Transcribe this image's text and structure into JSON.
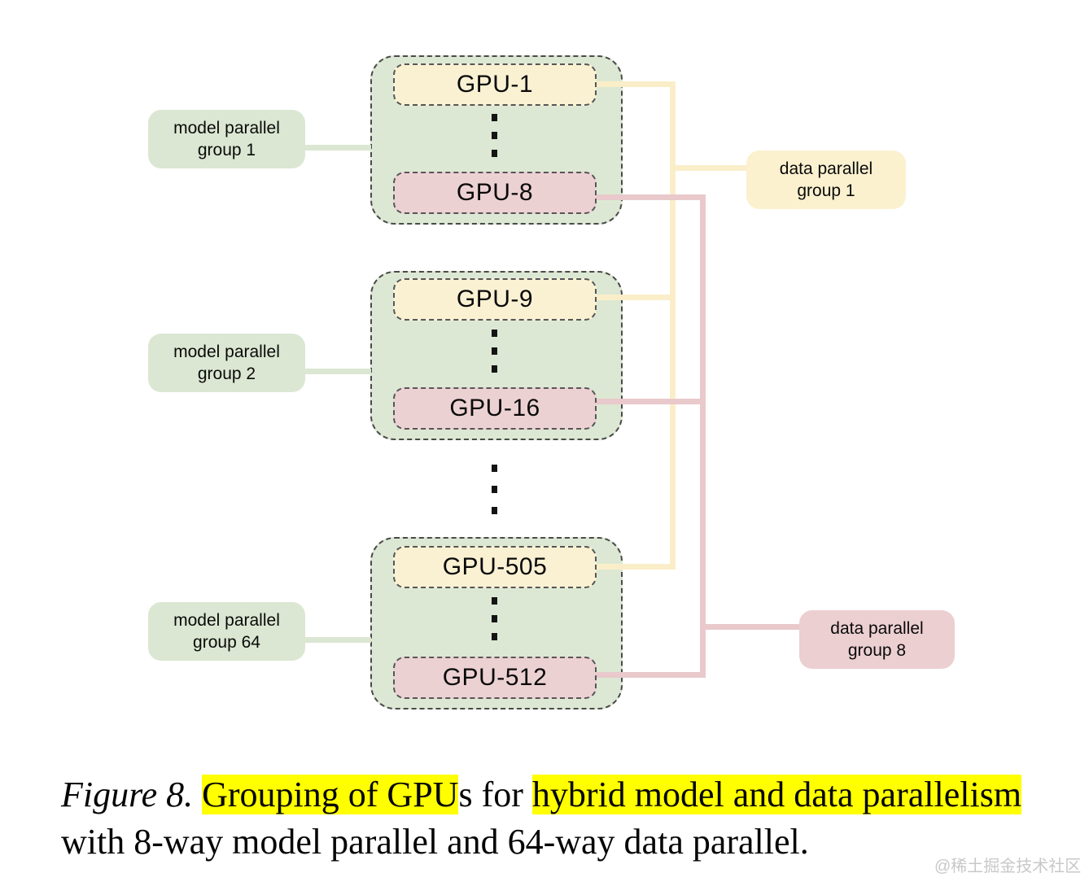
{
  "diagram": {
    "groups": [
      {
        "label_line1": "model parallel",
        "label_line2": "group 1",
        "top_gpu": "GPU-1",
        "bottom_gpu": "GPU-8"
      },
      {
        "label_line1": "model parallel",
        "label_line2": "group 2",
        "top_gpu": "GPU-9",
        "bottom_gpu": "GPU-16"
      },
      {
        "label_line1": "model parallel",
        "label_line2": "group 64",
        "top_gpu": "GPU-505",
        "bottom_gpu": "GPU-512"
      }
    ],
    "data_parallel_labels": [
      {
        "line1": "data parallel",
        "line2": "group 1"
      },
      {
        "line1": "data parallel",
        "line2": "group 8"
      }
    ],
    "colors": {
      "group_box_fill": "#dce8d3",
      "gpu_top_fill": "#faf1d3",
      "gpu_bottom_fill": "#ecd1d3",
      "data_parallel_line_top": "#faeec9",
      "data_parallel_line_bottom": "#e9c9cb",
      "model_parallel_line": "#dbe7d2",
      "dashed_border": "#4a4a4a"
    }
  },
  "caption": {
    "figure_label": "Figure 8. ",
    "highlight1": "Grouping of GPU",
    "mid": "s for ",
    "highlight2": "hybrid model and data parallelism",
    "line2": "with 8-way model parallel and 64-way data parallel.",
    "highlight_color": "#ffff00"
  },
  "watermark": "@稀土掘金技术社区"
}
